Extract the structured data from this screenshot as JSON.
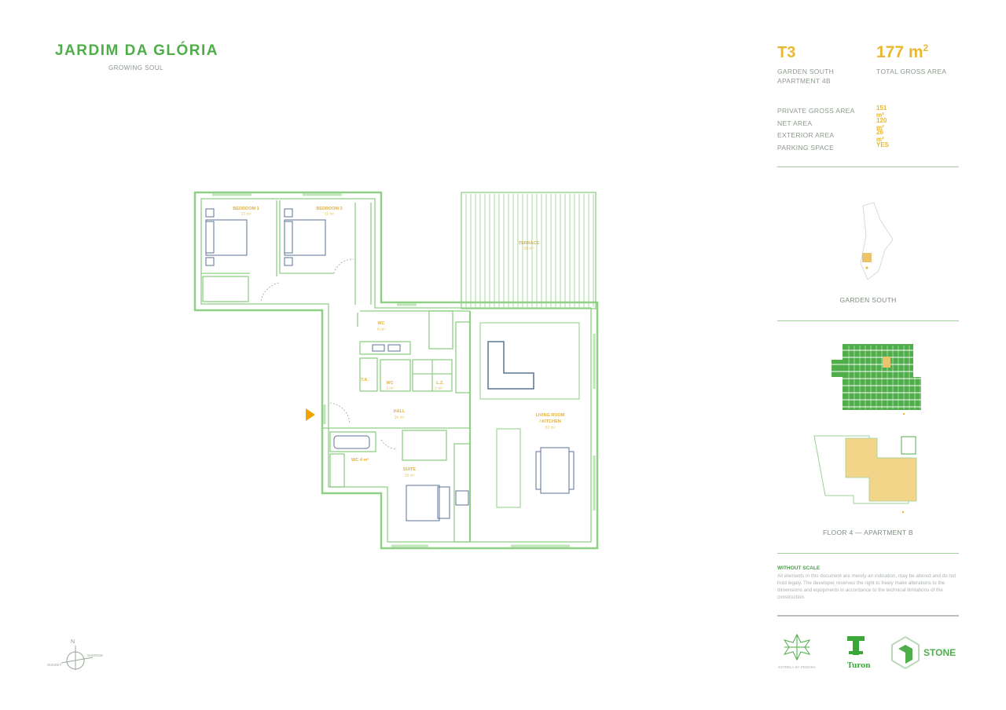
{
  "brand": {
    "name": "JARDIM DA GLÓRIA",
    "tagline": "GROWING SOUL"
  },
  "apartment": {
    "typology": "T3",
    "total_area": "177 m",
    "total_area_sup": "2",
    "total_area_label": "TOTAL GROSS AREA",
    "location_line1": "GARDEN SOUTH",
    "location_line2": "APARTMENT 4B"
  },
  "areas": [
    {
      "label": "PRIVATE GROSS AREA",
      "value": "151 m²"
    },
    {
      "label": "NET AREA",
      "value": "120 m²"
    },
    {
      "label": "EXTERIOR AREA",
      "value": "26 m²"
    },
    {
      "label": "PARKING SPACE",
      "value": "YES"
    }
  ],
  "site_caption": "GARDEN SOUTH",
  "floor_caption": "FLOOR 4 — APARTMENT B",
  "disclaimer": {
    "title": "WITHOUT SCALE",
    "text": "All elements in this document are merely an indication, may be altered and do not hold legaly. The developer reserves the right to freely make alterations to the dimensions and equipments in accordance to the technical limitations of the construction."
  },
  "rooms": [
    {
      "name": "BEDROOM 1",
      "area": "13 m²"
    },
    {
      "name": "BEDROOM 2",
      "area": "11 m²"
    },
    {
      "name": "TERRACE",
      "area": "26 m²"
    },
    {
      "name": "WC",
      "area": "6 m²"
    },
    {
      "name": "T.A.",
      "area": ""
    },
    {
      "name": "WC",
      "area": "3 m²"
    },
    {
      "name": "L.Z.",
      "area": "2 m²"
    },
    {
      "name": "HALL",
      "area": "16 m²"
    },
    {
      "name": "LIVING ROOM",
      "name2": "/ KITCHEN",
      "area": "52 m²"
    },
    {
      "name": "SUITE",
      "area": "15 m²"
    },
    {
      "name": "WC 4 m²",
      "area": ""
    }
  ],
  "compass": {
    "north": "N",
    "west": "SUNSET",
    "east": "SUNRISE"
  },
  "partners": [
    "ESTRELA DA PENONA",
    "Turon",
    "STONE"
  ],
  "colors": {
    "green": "#4fae4a",
    "wall": "#8fcf86",
    "gold": "#e9b730",
    "furniture": "#3d5a80",
    "entrance": "#f0a500"
  }
}
